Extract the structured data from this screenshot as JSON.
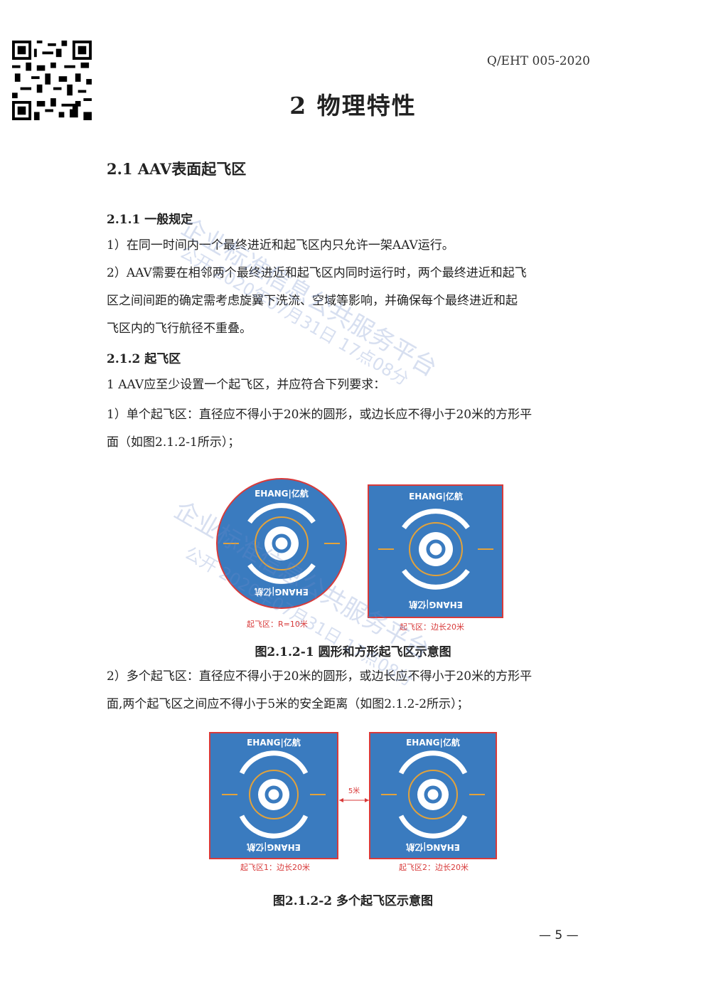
{
  "header": {
    "doc_code": "Q/EHT 005-2020"
  },
  "chapter": {
    "title": "2 物理特性"
  },
  "section_2_1": {
    "title": "2.1 AAV表面起飞区"
  },
  "section_2_1_1": {
    "title": "2.1.1 一般规定",
    "p1": "1）在同一时间内一个最终进近和起飞区内只允许一架AAV运行。",
    "p2_line1": "2）AAV需要在相邻两个最终进近和起飞区内同时运行时，两个最终进近和起飞",
    "p2_line2": "区之间间距的确定需考虑旋翼下洗流、空域等影响，并确保每个最终进近和起",
    "p2_line3": "飞区内的飞行航径不重叠。"
  },
  "section_2_1_2": {
    "title": "2.1.2 起飞区",
    "intro": "1 AAV应至少设置一个起飞区，并应符合下列要求：",
    "item1_line1": "1）单个起飞区：直径应不得小于20米的圆形，或边长应不得小于20米的方形平",
    "item1_line2": "面（如图2.1.2-1所示）；",
    "item2_line1": "2）多个起飞区：直径应不得小于20米的圆形，或边长应不得小于20米的方形平",
    "item2_line2": "面,两个起飞区之间应不得小于5米的安全距离（如图2.1.2-2所示）；"
  },
  "figure1": {
    "logo_text": "EHANG|亿航",
    "circle_label": "起飞区：R=10米",
    "square_label": "起飞区：边长20米",
    "caption": "图2.1.2-1 圆形和方形起飞区示意图"
  },
  "figure2": {
    "logo_text": "EHANG|亿航",
    "spacing_label": "5米",
    "pad1_label": "起飞区1：边长20米",
    "pad2_label": "起飞区2：边长20米",
    "caption": "图2.1.2-2 多个起飞区示意图"
  },
  "watermark": {
    "line1": "企业标准信息公共服务平台",
    "line2": "公开 2020年07月31日 17点08分"
  },
  "footer": {
    "page_number": "— 5 —"
  },
  "colors": {
    "pad_blue": "#3a7bbf",
    "border_red": "#d83a3a",
    "ring_orange": "#e3a23a"
  }
}
